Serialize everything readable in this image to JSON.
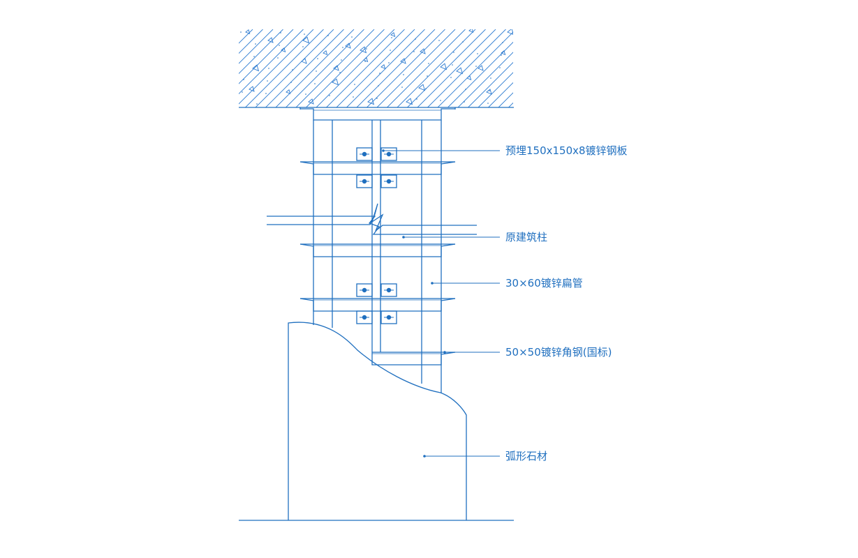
{
  "labels": {
    "embedded_plate": "预埋150x150x8镀锌钢板",
    "original_column": "原建筑柱",
    "flat_tube": "30×60镀锌扁管",
    "angle_steel": "50×50镀锌角钢(国标)",
    "curved_stone": "弧形石材"
  },
  "colors": {
    "line": "#1f6fbf",
    "background": "#ffffff"
  }
}
